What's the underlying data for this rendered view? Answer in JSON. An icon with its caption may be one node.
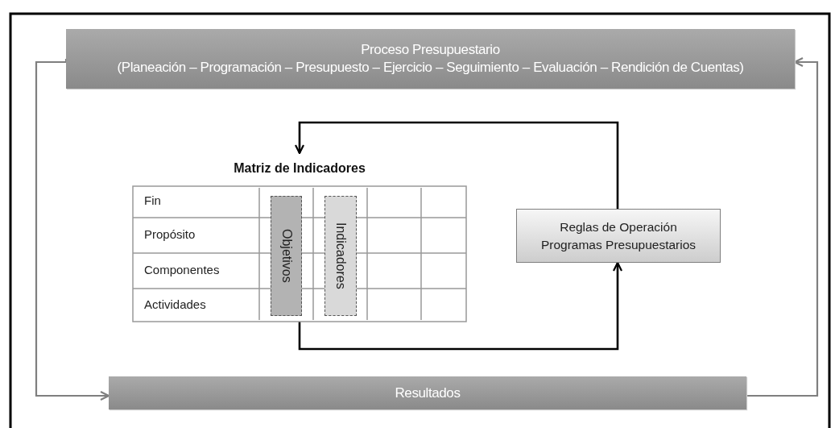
{
  "diagram": {
    "nodes": [
      {
        "text": [
          "Proceso Presupuestario",
          "(Planeación – Programación – Presupuesto – Ejercicio – Seguimiento – Evaluación – Rendición de Cuentas)"
        ]
      },
      {
        "text": [
          "Matriz de Indicadores"
        ]
      },
      {
        "text": [
          "Objetivos"
        ],
        "in": 1
      },
      {
        "text": [
          "Indicadores"
        ],
        "in": 1
      },
      {
        "text": [
          "Reglas de Operación Programas Presupuestarios"
        ]
      },
      {
        "text": [
          "Resultados"
        ]
      }
    ],
    "edges": [
      {
        "from": 0,
        "to": 5,
        "arrow": "to",
        "color": "#7f7f7f"
      },
      {
        "from": 5,
        "to": 0,
        "arrow": "to",
        "color": "#7f7f7f"
      },
      {
        "from": 2,
        "to": 4,
        "arrow": "to",
        "color": "#000000"
      },
      {
        "from": 4,
        "to": 1,
        "arrow": "to",
        "color": "#000000"
      }
    ],
    "labels": [
      "Fin",
      "Propósito",
      "Componentes",
      "Actividades"
    ]
  }
}
